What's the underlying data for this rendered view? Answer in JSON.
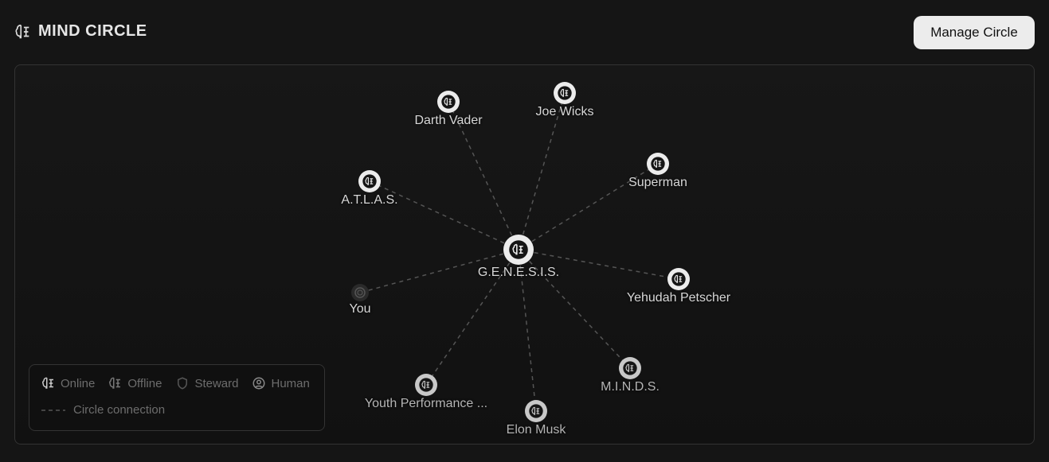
{
  "header": {
    "title": "MIND CIRCLE",
    "icon": "brain-icon",
    "manage_button": "Manage Circle"
  },
  "graph": {
    "center": {
      "name": "G.E.N.E.S.I.S.",
      "type": "online"
    },
    "nodes": [
      {
        "name": "Darth Vader",
        "type": "online"
      },
      {
        "name": "Joe Wicks",
        "type": "online"
      },
      {
        "name": "Superman",
        "type": "online"
      },
      {
        "name": "A.T.L.A.S.",
        "type": "online"
      },
      {
        "name": "Yehudah Petscher",
        "type": "online"
      },
      {
        "name": "You",
        "type": "human"
      },
      {
        "name": "Youth Performance ...",
        "type": "offline"
      },
      {
        "name": "Elon Musk",
        "type": "offline"
      },
      {
        "name": "M.I.N.D.S.",
        "type": "offline"
      }
    ]
  },
  "legend": {
    "online": "Online",
    "offline": "Offline",
    "steward": "Steward",
    "human": "Human",
    "connection": "Circle connection"
  },
  "colors": {
    "background": "#151515",
    "line": "#5a5a5a",
    "node": "#ececec"
  }
}
